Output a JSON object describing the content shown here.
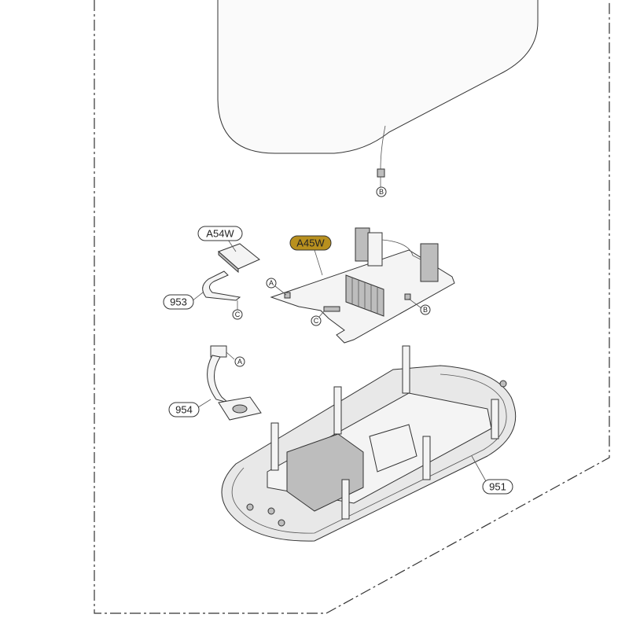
{
  "labels": {
    "a54w": "A54W",
    "a45w": "A45W",
    "p953": "953",
    "p954": "954",
    "p951": "951"
  },
  "refs": {
    "a": "A",
    "b": "B",
    "c": "C"
  },
  "colors": {
    "highlight": "#b8901e",
    "line": "#333333"
  }
}
